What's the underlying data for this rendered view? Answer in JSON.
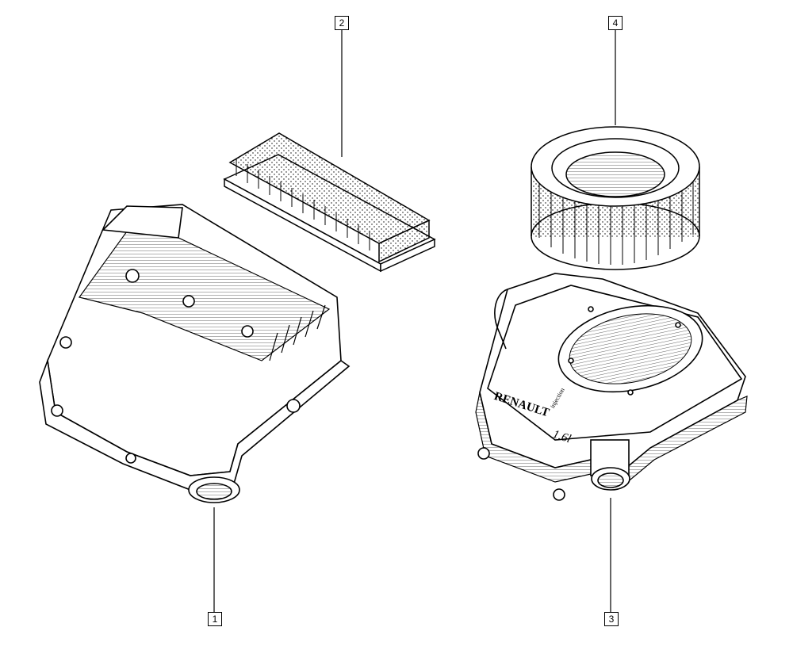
{
  "callouts": [
    {
      "label": "1"
    },
    {
      "label": "2"
    },
    {
      "label": "3"
    },
    {
      "label": "4"
    }
  ],
  "part3_markings": {
    "brand": "RENAULT",
    "engine": "1.6l",
    "small": "injection"
  },
  "colors": {
    "line": "#000000",
    "background": "#ffffff"
  }
}
